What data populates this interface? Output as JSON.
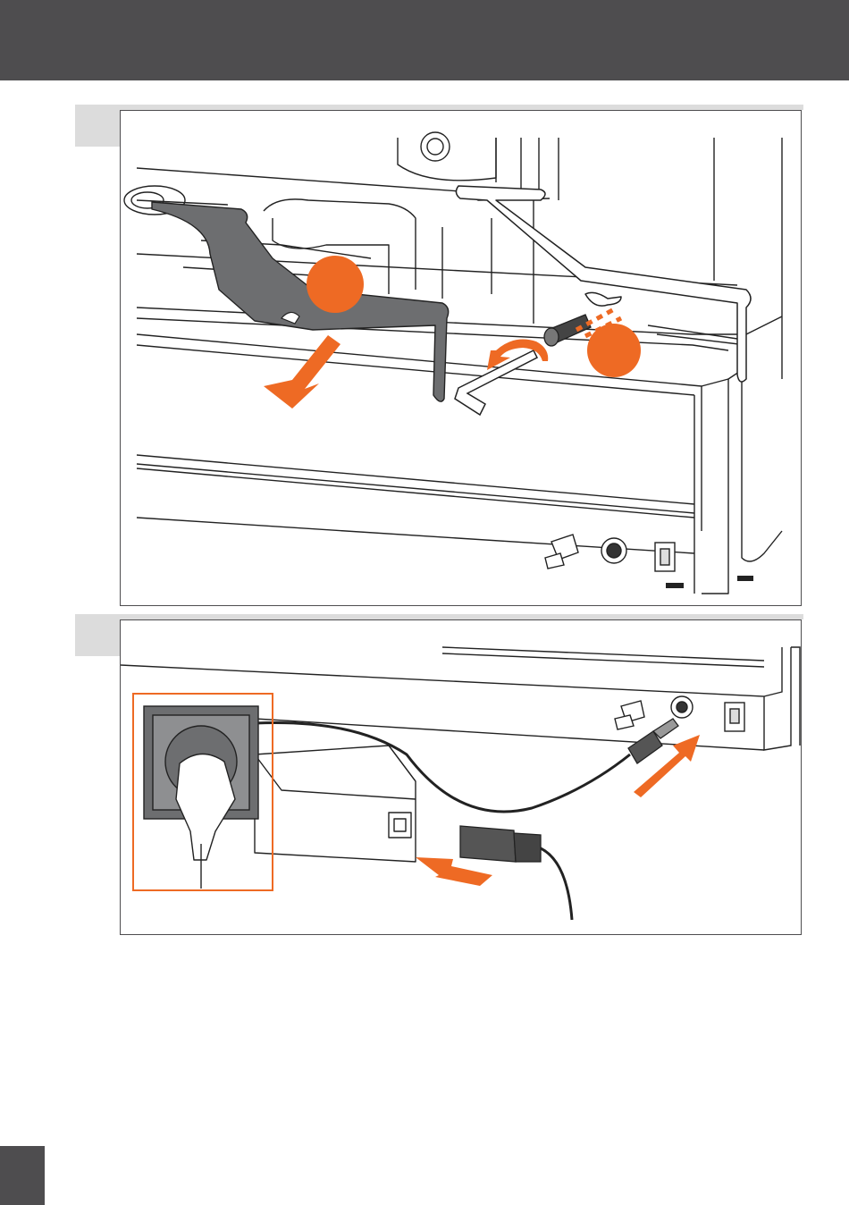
{
  "page": {
    "header_color": "#4e4d4f",
    "accent_color": "#ee6a24"
  },
  "figure_1": {
    "callout_colors": [
      "#ee6a24",
      "#ee6a24"
    ],
    "icons": [
      "bracket-part",
      "keyhole-slot",
      "screw",
      "allen-key",
      "rotate-arrow",
      "pull-arrow",
      "water-inlet",
      "power-jack",
      "power-switch"
    ]
  },
  "figure_2": {
    "icons": [
      "wall-socket",
      "power-plug",
      "power-adapter",
      "iec-connector",
      "dc-plug",
      "insert-arrow",
      "water-inlet",
      "power-jack",
      "power-switch"
    ],
    "highlight_color": "#ee6a24"
  }
}
